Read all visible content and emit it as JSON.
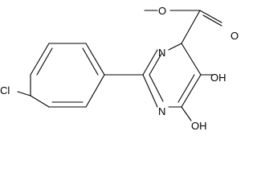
{
  "molecule": {
    "atom_labels": {
      "chlorine": "Cl",
      "ring_nitrogen_upper": "N",
      "ring_nitrogen_lower": "N",
      "hydroxyl_right": "OH",
      "hydroxyl_lower": "OH",
      "ester_ether_oxygen": "O",
      "ester_carbonyl_oxygen": "O"
    }
  }
}
